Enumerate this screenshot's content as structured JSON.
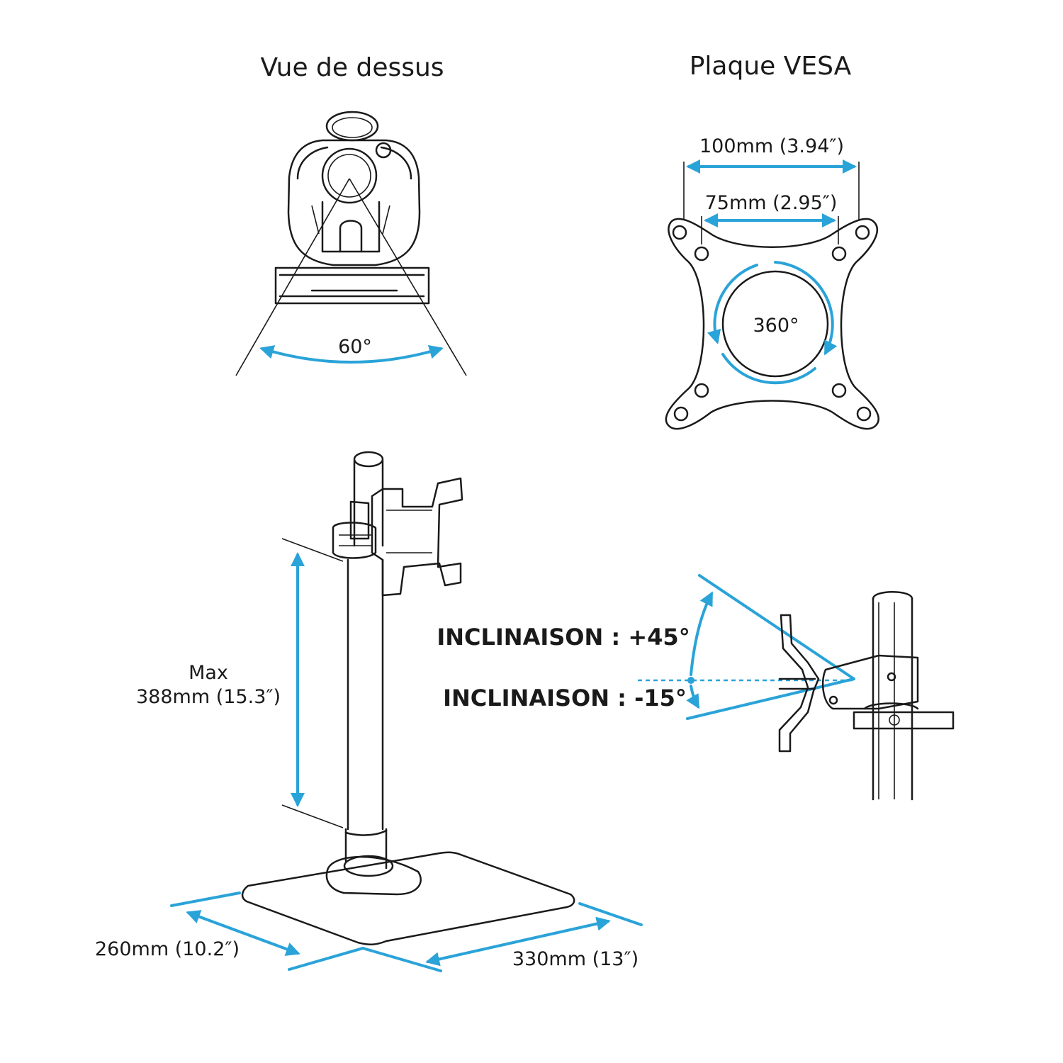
{
  "colors": {
    "accent": "#2aa3d8",
    "line": "#1a1a1a",
    "background": "#ffffff"
  },
  "top_view": {
    "title": "Vue de dessus",
    "swivel_angle": "60°"
  },
  "vesa_plate": {
    "title": "Plaque VESA",
    "outer_spacing": "100mm (3.94″)",
    "inner_spacing": "75mm (2.95″)",
    "rotation": "360°"
  },
  "stand": {
    "height_line1": "Max",
    "height_line2": "388mm (15.3″)",
    "base_depth": "260mm (10.2″)",
    "base_width": "330mm (13″)"
  },
  "tilt": {
    "up_label": "INCLINAISON : +45°",
    "down_label": "INCLINAISON : -15°"
  }
}
